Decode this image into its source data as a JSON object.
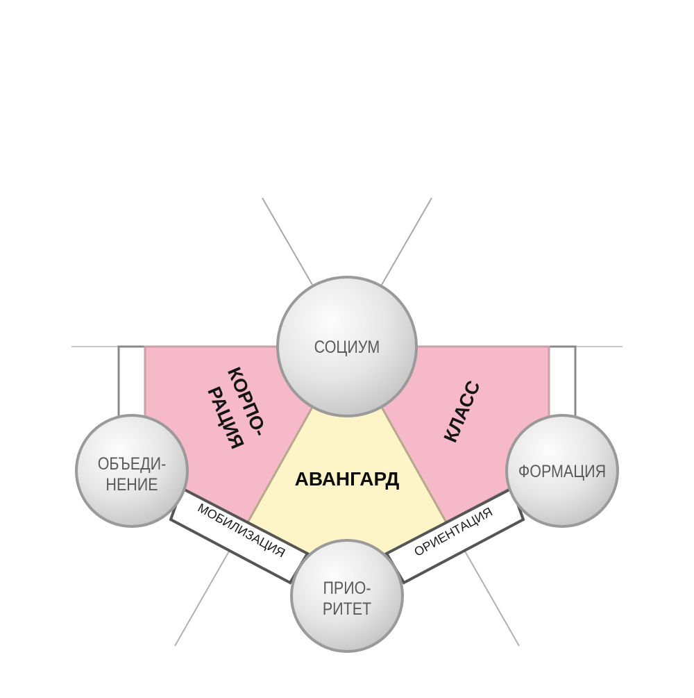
{
  "diagram": {
    "nodes": {
      "socium": "СОЦИУМ",
      "unification_line1": "ОБЪЕДИ-",
      "unification_line2": "НЕНИЕ",
      "formation": "ФОРМАЦИЯ",
      "priority_line1": "ПРИО-",
      "priority_line2": "РИТЕТ"
    },
    "regions": {
      "corporation_line1": "КОРПО-",
      "corporation_line2": "РАЦИЯ",
      "class": "КЛАСС",
      "vanguard": "АВАНГАРД"
    },
    "bands": {
      "mobilization": "МОБИЛИЗАЦИЯ",
      "orientation": "ОРИЕНТАЦИЯ"
    },
    "colors": {
      "pink_region": "#f6b9c9",
      "yellow_region": "#fdf5c8",
      "node_light": "#fbfbfb",
      "node_dark": "#c8c8c8",
      "node_stroke": "#9a9a9a",
      "band_stroke": "#555555"
    }
  }
}
